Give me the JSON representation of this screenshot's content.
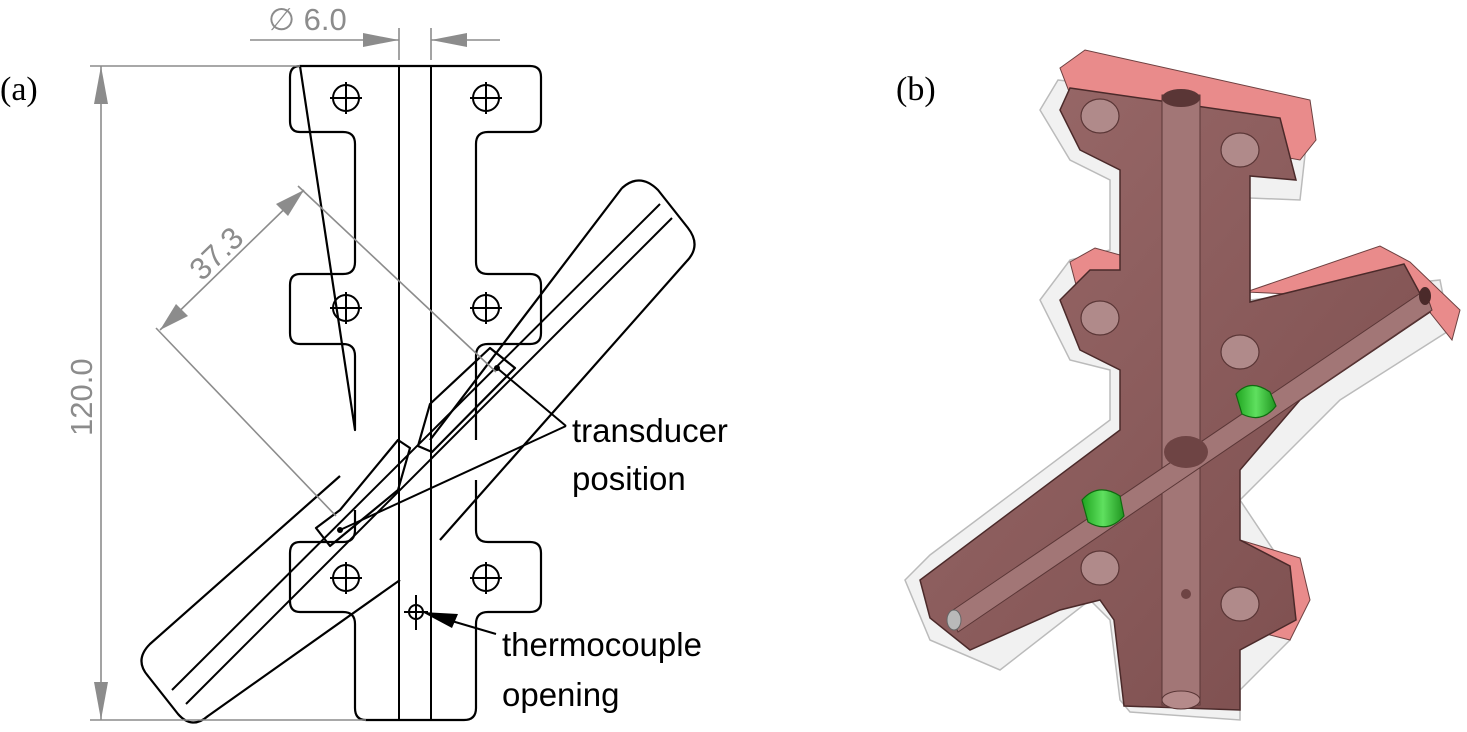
{
  "panels": {
    "a_label": "(a)",
    "b_label": "(b)"
  },
  "drawing_a": {
    "dim_diameter": "∅ 6.0",
    "dim_height": "120.0",
    "dim_offset": "37.3",
    "annotation_transducer_line1": "transducer",
    "annotation_transducer_line2": "position",
    "annotation_thermocouple_line1": "thermocouple",
    "annotation_thermocouple_line2": "opening"
  },
  "render_b": {
    "body_color": "#8a5a5a",
    "top_face_color": "#e98b8b",
    "transparent_shell_color": "#d9d9d9",
    "transducer_color": "#2fc52f"
  }
}
